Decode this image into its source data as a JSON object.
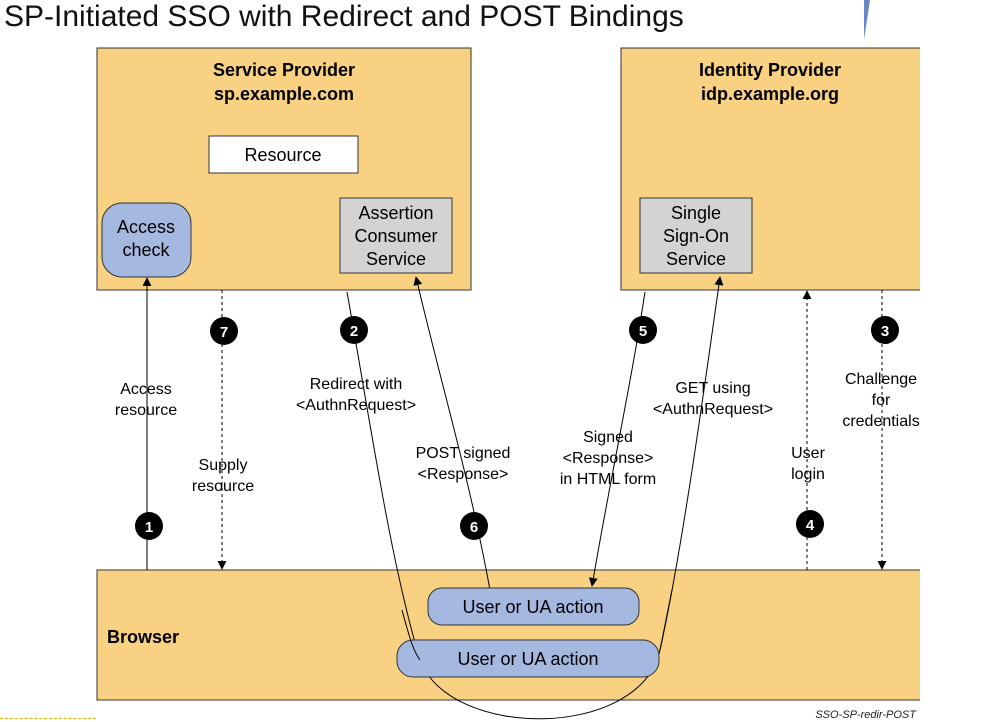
{
  "title": "SP-Initiated SSO with Redirect and POST Bindings",
  "sp": {
    "name": "Service Provider",
    "host": "sp.example.com",
    "resource": "Resource",
    "access_check": [
      "Access",
      "check"
    ],
    "acs": [
      "Assertion",
      "Consumer",
      "Service"
    ]
  },
  "idp": {
    "name": "Identity Provider",
    "host": "idp.example.org",
    "sso": [
      "Single",
      "Sign-On",
      "Service"
    ]
  },
  "browser": {
    "label": "Browser",
    "action_top": "User or UA action",
    "action_bottom": "User or UA action"
  },
  "steps": [
    {
      "num": "1",
      "label": [
        "Access",
        "resource"
      ]
    },
    {
      "num": "2",
      "label": [
        "Redirect with",
        "<AuthnRequest>"
      ]
    },
    {
      "num": "3",
      "label": [
        "Challenge",
        "for",
        "credentials"
      ]
    },
    {
      "num": "4",
      "label": [
        "User",
        "login"
      ]
    },
    {
      "num": "5",
      "label": [
        "Signed",
        "<Response>",
        "in HTML form"
      ]
    },
    {
      "num": "6",
      "label": [
        "POST signed",
        "<Response>"
      ]
    },
    {
      "num": "7",
      "label": [
        "Supply",
        "resource"
      ]
    }
  ],
  "get_label": [
    "GET using",
    "<AuthnRequest>"
  ],
  "footer": "SSO-SP-redir-POST",
  "colors": {
    "box_fill": "#f8d183",
    "service_fill": "#d3d3d3",
    "action_fill": "#a5b8e0"
  }
}
